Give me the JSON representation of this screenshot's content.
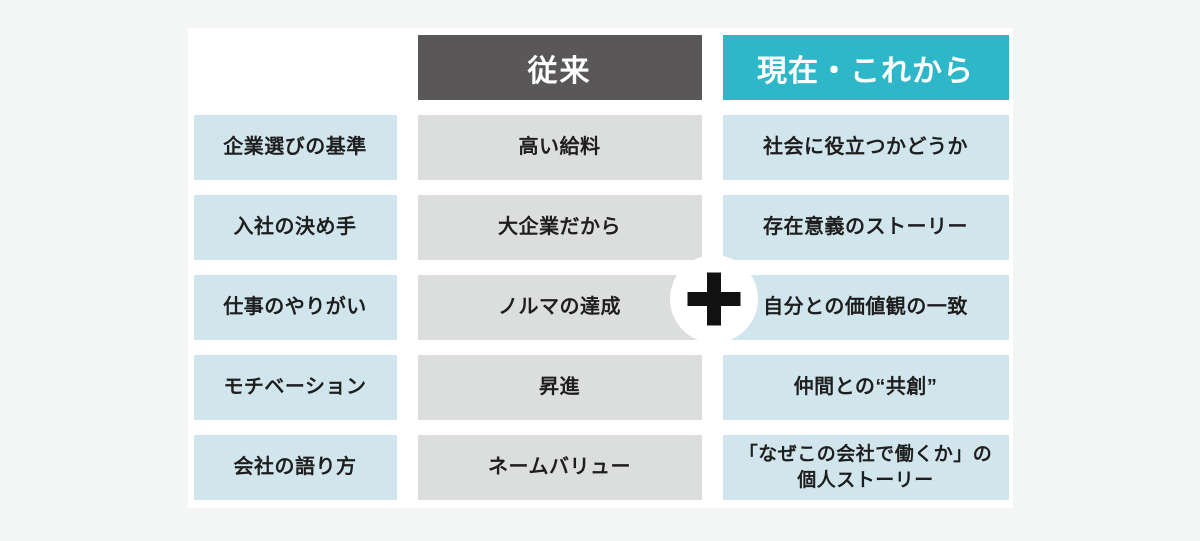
{
  "infographic": {
    "colors": {
      "page_bg": "#f4f6f6",
      "card_bg": "#ffffff",
      "traditional_header_bg": "#595757",
      "current_header_bg": "#2eb7c8",
      "category_cell_bg": "#d0e5ec",
      "traditional_cell_bg": "#dcdddd",
      "current_cell_bg": "#d0e5ec",
      "text": "#1e1e1e",
      "header_text": "#ffffff",
      "plus": "#111111"
    },
    "headers": {
      "traditional": "従来",
      "current": "現在・これから"
    },
    "plus_symbol": "＋",
    "rows": [
      {
        "category": "企業選びの基準",
        "traditional": "高い給料",
        "current": "社会に役立つかどうか"
      },
      {
        "category": "入社の決め手",
        "traditional": "大企業だから",
        "current": "存在意義のストーリー"
      },
      {
        "category": "仕事のやりがい",
        "traditional": "ノルマの達成",
        "current": "自分との価値観の一致"
      },
      {
        "category": "モチベーション",
        "traditional": "昇進",
        "current": "仲間との“共創”"
      },
      {
        "category": "会社の語り方",
        "traditional": "ネームバリュー",
        "current": "「なぜこの会社で働くか」の\n個人ストーリー"
      }
    ]
  }
}
